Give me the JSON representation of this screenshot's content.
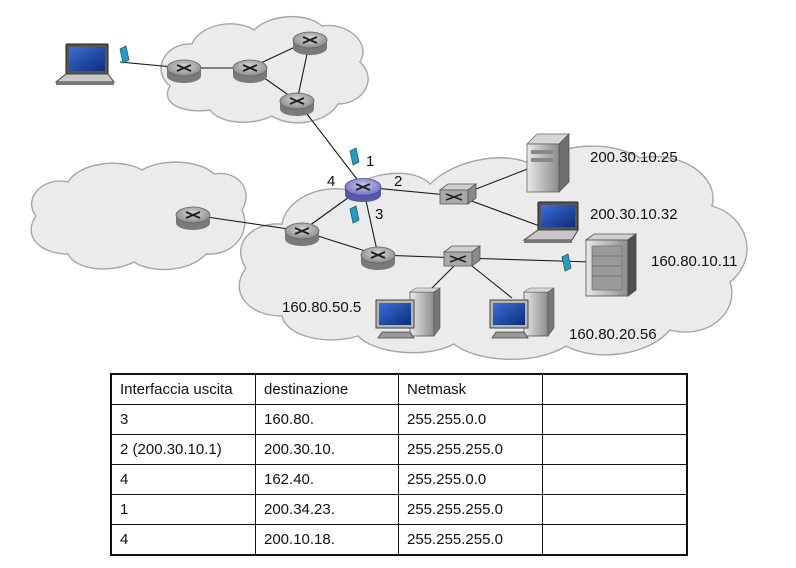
{
  "labels": {
    "iface1": "1",
    "iface2": "2",
    "iface3": "3",
    "iface4": "4",
    "ip_server_a": "200.30.10.25",
    "ip_laptop_b": "200.30.10.32",
    "ip_server_c": "160.80.10.11",
    "ip_pc_left": "160.80.50.5",
    "ip_pc_right": "160.80.20.56"
  },
  "table": {
    "headers": [
      "Interfaccia uscita",
      "destinazione",
      "Netmask",
      ""
    ],
    "rows": [
      [
        "3",
        "160.80.",
        "255.255.0.0",
        ""
      ],
      [
        "2 (200.30.10.1)",
        "200.30.10.",
        "255.255.255.0",
        ""
      ],
      [
        "4",
        "162.40.",
        "255.255.0.0",
        ""
      ],
      [
        "1",
        "200.34.23.",
        "255.255.255.0",
        ""
      ],
      [
        "4",
        "200.10.18.",
        "255.255.255.0",
        ""
      ]
    ]
  },
  "colors": {
    "cloud": "#ebebeb",
    "router": "#9a9a9a",
    "main_router": "#8f8fd6",
    "packet": "#1f86a3"
  }
}
